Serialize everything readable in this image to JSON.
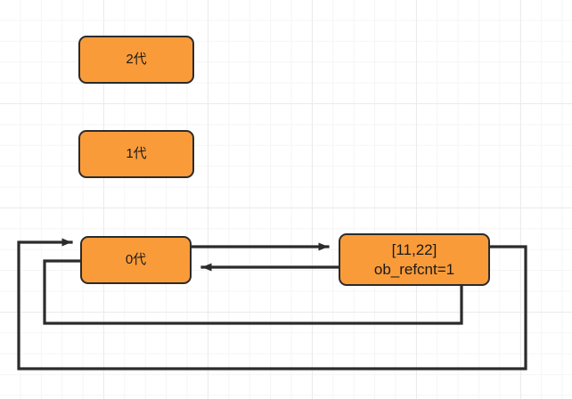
{
  "diagram": {
    "title": "python-gc-generations-refcount-diagram",
    "background": {
      "grid": "true",
      "grid_color": "#ebebeb",
      "page_color": "#ffffff"
    },
    "style": {
      "node_fill": "#fa9b39",
      "node_stroke": "#2b2b2b",
      "edge_color": "#2b2b2b",
      "text_color": "#1a1a1a"
    },
    "nodes": [
      {
        "id": "gen2",
        "label": "2代",
        "lines": [
          "2代"
        ]
      },
      {
        "id": "gen1",
        "label": "1代",
        "lines": [
          "1代"
        ]
      },
      {
        "id": "gen0",
        "label": "0代",
        "lines": [
          "0代"
        ]
      },
      {
        "id": "object",
        "label": "[11,22] ob_refcnt=1",
        "lines": [
          "[11,22]",
          "ob_refcnt=1"
        ]
      }
    ],
    "edges": [
      {
        "id": "gen0-to-object",
        "from": "gen0",
        "to": "object",
        "direction": "right",
        "arrow": "true"
      },
      {
        "id": "object-to-gen0",
        "from": "object",
        "to": "gen0",
        "direction": "left",
        "arrow": "true"
      },
      {
        "id": "object-loop-outer",
        "from": "object",
        "to": "gen0",
        "direction": "left",
        "arrow": "true",
        "routing": "outer-loop"
      },
      {
        "id": "gen0-loop-inner",
        "from": "gen0",
        "to": "object",
        "direction": "right",
        "arrow": "true",
        "routing": "inner-loop"
      }
    ]
  }
}
